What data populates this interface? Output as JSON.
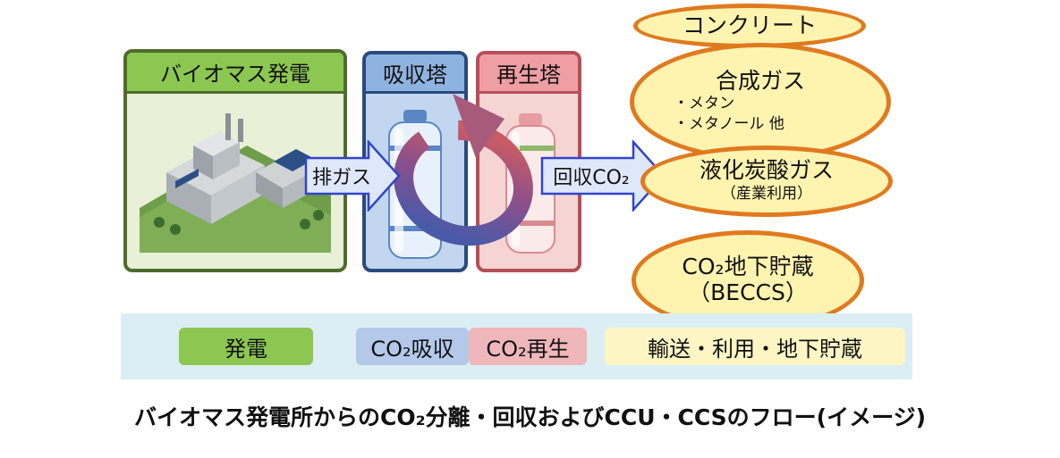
{
  "plant": {
    "title": "バイオマス発電"
  },
  "absorber": {
    "title": "吸収塔"
  },
  "regenerator": {
    "title": "再生塔"
  },
  "arrows": {
    "exhaust": "排ガス",
    "recovered_co2": "回収CO₂"
  },
  "uses": {
    "concrete": {
      "title": "コンクリート"
    },
    "syngas": {
      "title": "合成ガス",
      "items": [
        "・メタン",
        "・メタノール 他"
      ]
    },
    "liquid_co2": {
      "title": "液化炭酸ガス",
      "sub": "（産業利用）"
    },
    "storage": {
      "title": "CO₂地下貯蔵",
      "sub": "（BECCS）"
    }
  },
  "legend": {
    "power": "発電",
    "absorb": "CO₂吸収",
    "regen": "CO₂再生",
    "transport": "輸送・利用・地下貯蔵"
  },
  "caption": "バイオマス発電所からのCO₂分離・回収およびCCU・CCSのフロー(イメージ)",
  "colors": {
    "plant_green": "#8cc751",
    "absorb_blue": "#8fb3e0",
    "regen_red": "#ef9ea3",
    "ellipse_border": "#e07a1f",
    "ellipse_fill": "#fff3b0",
    "band": "#dbeef4"
  }
}
